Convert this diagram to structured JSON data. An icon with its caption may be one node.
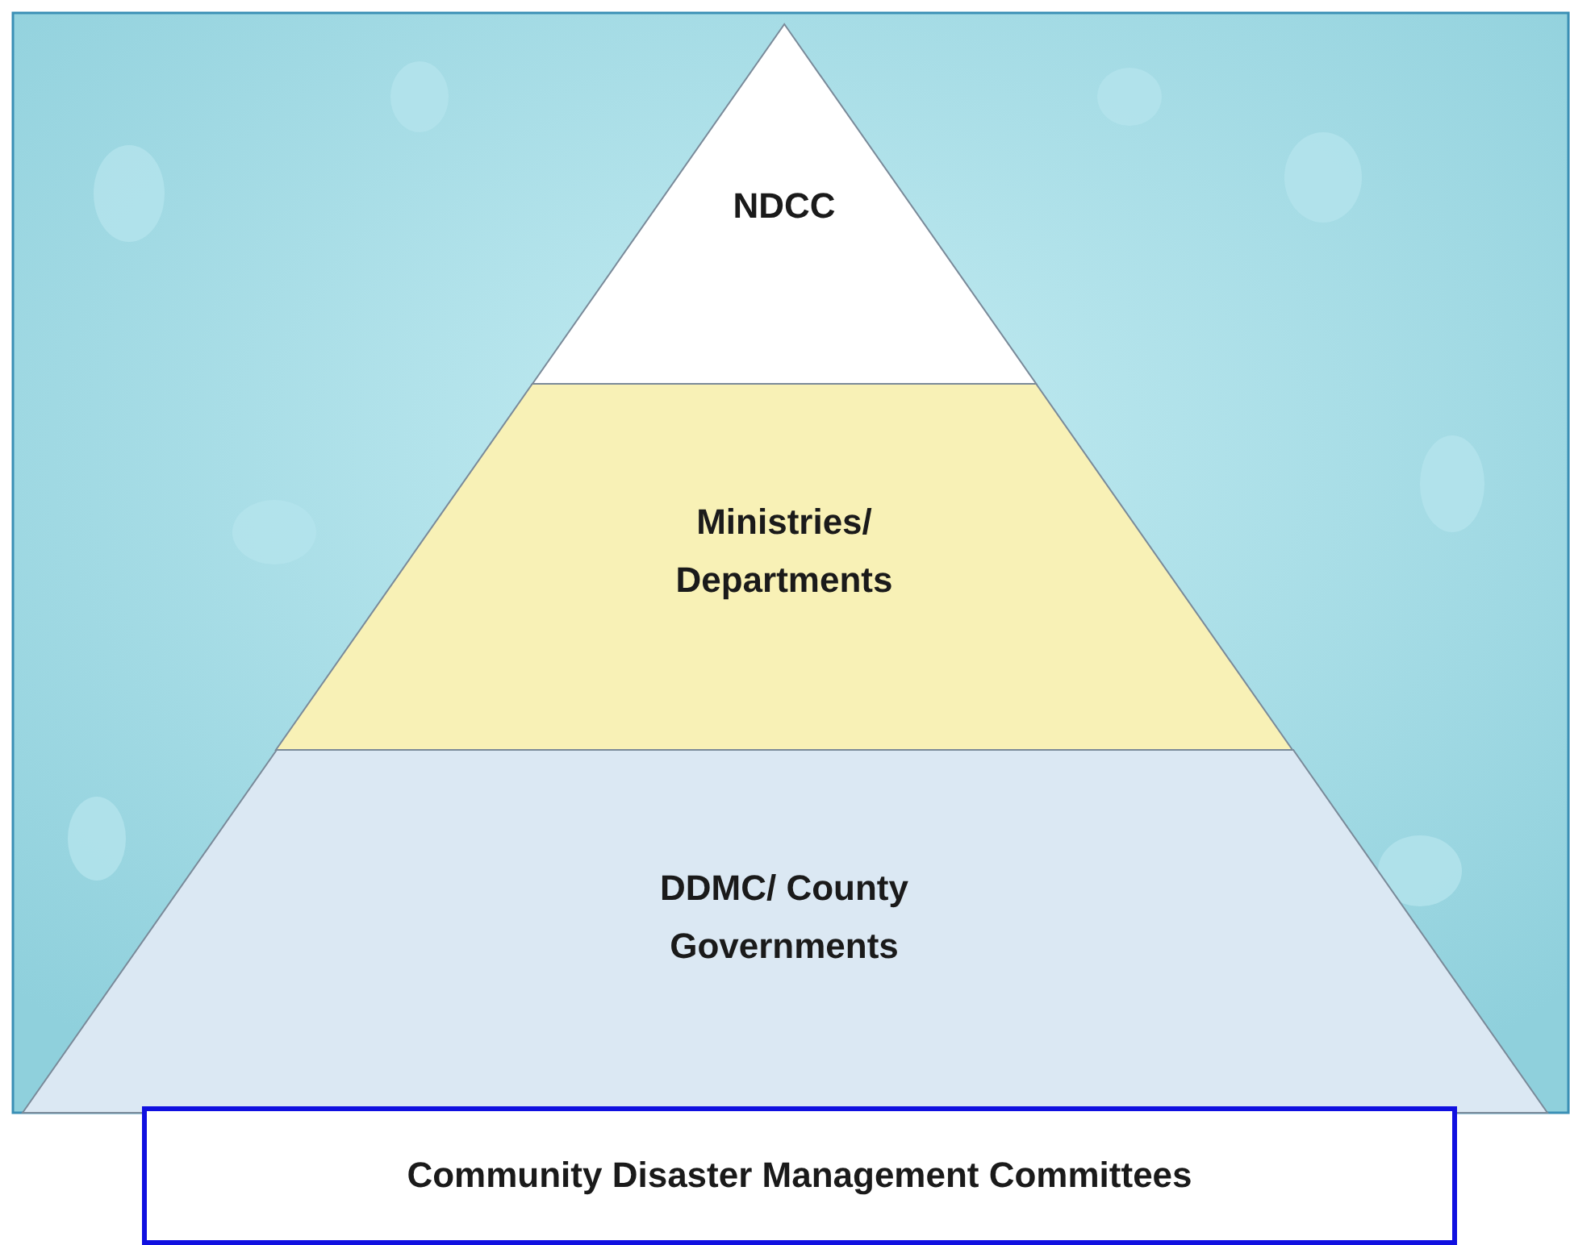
{
  "diagram": {
    "nodes": [
      {
        "text": [
          "NDCC"
        ]
      },
      {
        "text": [
          "Ministries/ Departments"
        ]
      },
      {
        "text": [
          "DDMC/ County Governments"
        ]
      },
      {
        "text": [
          "Community Disaster Management Committees"
        ]
      }
    ]
  }
}
